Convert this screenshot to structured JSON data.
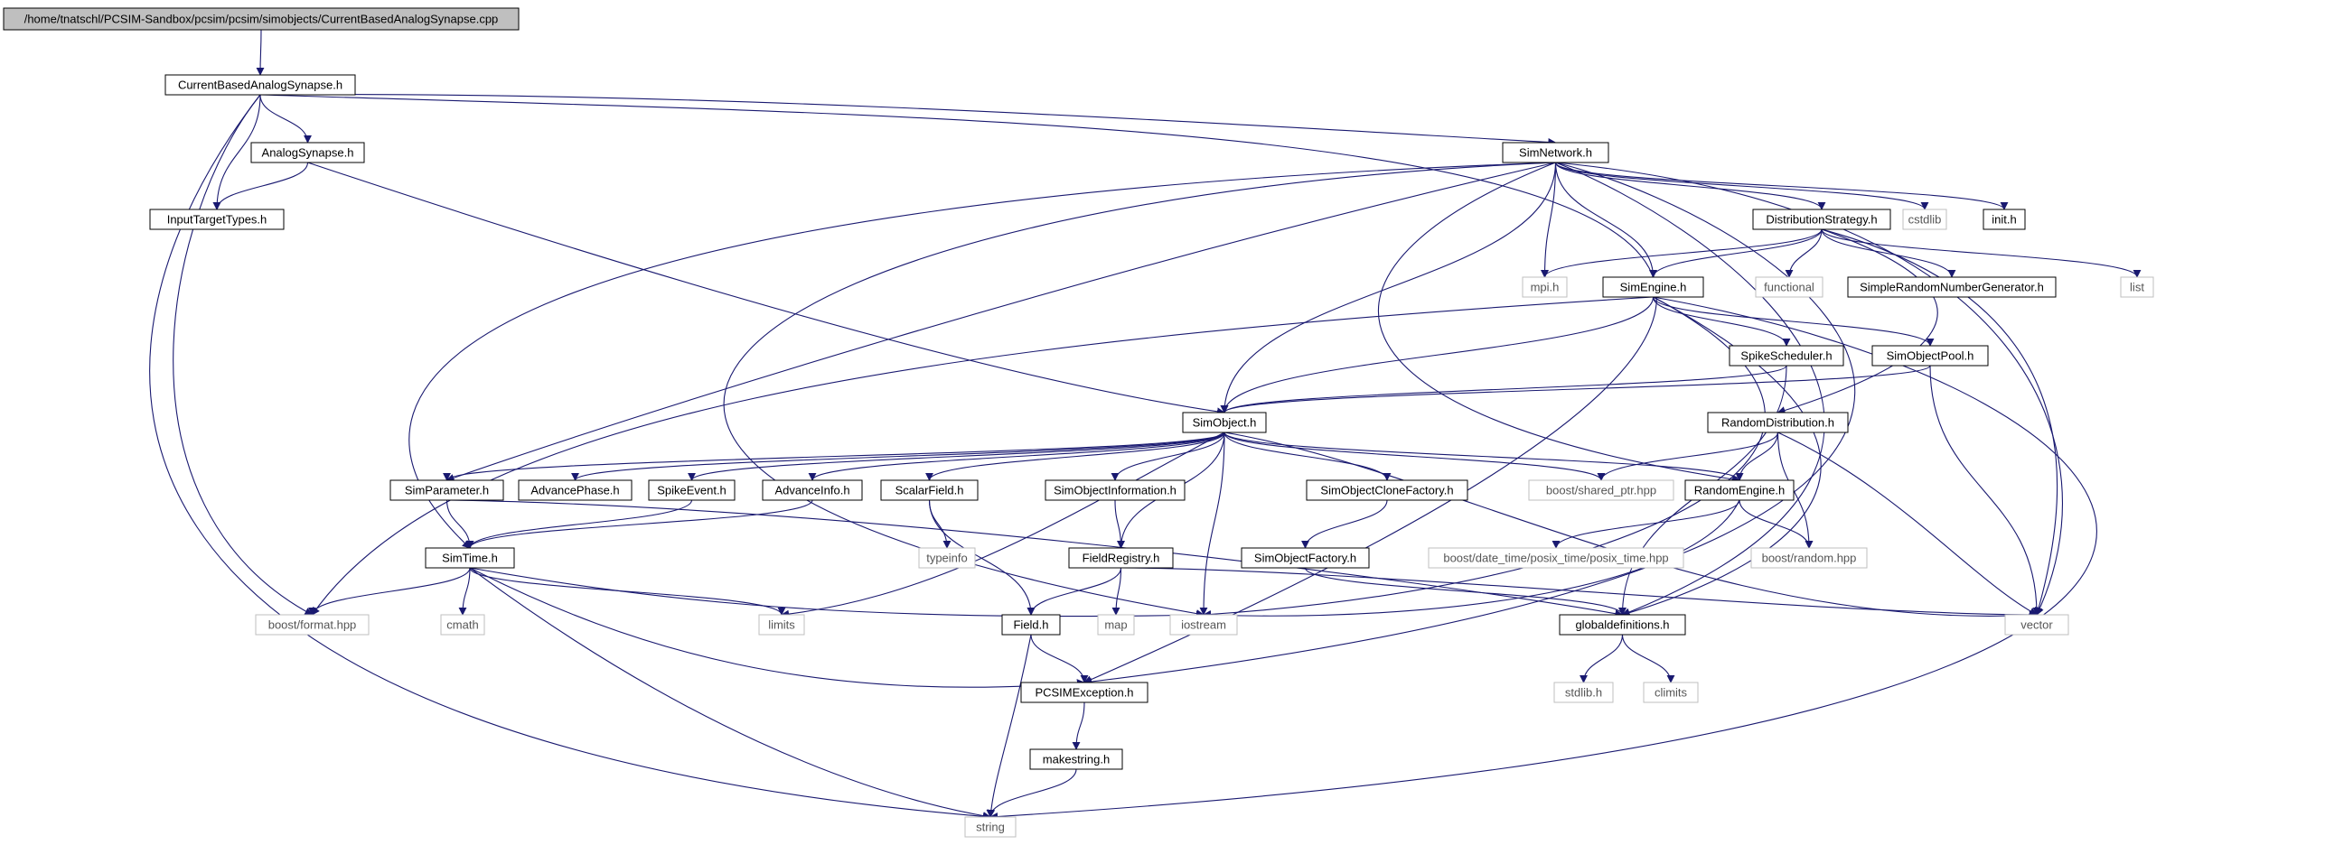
{
  "diagram": {
    "type": "include-dependency-graph",
    "colors": {
      "root_fill": "#bfbfbf",
      "local_border": "#000000",
      "external_border": "#bfbfbf",
      "edge": "#191970"
    },
    "nodes": [
      {
        "id": "root",
        "label": "/home/tnatschl/PCSIM-Sandbox/pcsim/pcsim/simobjects/CurrentBasedAnalogSynapse.cpp",
        "kind": "root"
      },
      {
        "id": "cbas",
        "label": "CurrentBasedAnalogSynapse.h",
        "kind": "local"
      },
      {
        "id": "analog",
        "label": "AnalogSynapse.h",
        "kind": "local"
      },
      {
        "id": "simnetwork",
        "label": "SimNetwork.h",
        "kind": "local"
      },
      {
        "id": "inputtarget",
        "label": "InputTargetTypes.h",
        "kind": "local"
      },
      {
        "id": "diststrat",
        "label": "DistributionStrategy.h",
        "kind": "local"
      },
      {
        "id": "cstdlib",
        "label": "cstdlib",
        "kind": "external"
      },
      {
        "id": "init",
        "label": "init.h",
        "kind": "local"
      },
      {
        "id": "mpi",
        "label": "mpi.h",
        "kind": "external"
      },
      {
        "id": "simengine",
        "label": "SimEngine.h",
        "kind": "local"
      },
      {
        "id": "functional",
        "label": "functional",
        "kind": "external"
      },
      {
        "id": "simplerng",
        "label": "SimpleRandomNumberGenerator.h",
        "kind": "local"
      },
      {
        "id": "list",
        "label": "list",
        "kind": "external"
      },
      {
        "id": "spikesched",
        "label": "SpikeScheduler.h",
        "kind": "local"
      },
      {
        "id": "simobjpool",
        "label": "SimObjectPool.h",
        "kind": "local"
      },
      {
        "id": "simobject",
        "label": "SimObject.h",
        "kind": "local"
      },
      {
        "id": "randdist",
        "label": "RandomDistribution.h",
        "kind": "local"
      },
      {
        "id": "simparam",
        "label": "SimParameter.h",
        "kind": "local"
      },
      {
        "id": "advphase",
        "label": "AdvancePhase.h",
        "kind": "local"
      },
      {
        "id": "spikeevent",
        "label": "SpikeEvent.h",
        "kind": "local"
      },
      {
        "id": "advinfo",
        "label": "AdvanceInfo.h",
        "kind": "local"
      },
      {
        "id": "scalarfield",
        "label": "ScalarField.h",
        "kind": "local"
      },
      {
        "id": "simobjinfo",
        "label": "SimObjectInformation.h",
        "kind": "local"
      },
      {
        "id": "simobjclone",
        "label": "SimObjectCloneFactory.h",
        "kind": "local"
      },
      {
        "id": "sharedptr",
        "label": "boost/shared_ptr.hpp",
        "kind": "external"
      },
      {
        "id": "randengine",
        "label": "RandomEngine.h",
        "kind": "local"
      },
      {
        "id": "simtime",
        "label": "SimTime.h",
        "kind": "local"
      },
      {
        "id": "typeinfo",
        "label": "typeinfo",
        "kind": "external"
      },
      {
        "id": "fieldreg",
        "label": "FieldRegistry.h",
        "kind": "local"
      },
      {
        "id": "simobjfactory",
        "label": "SimObjectFactory.h",
        "kind": "local"
      },
      {
        "id": "posixtime",
        "label": "boost/date_time/posix_time/posix_time.hpp",
        "kind": "external"
      },
      {
        "id": "boostrandom",
        "label": "boost/random.hpp",
        "kind": "external"
      },
      {
        "id": "boostformat",
        "label": "boost/format.hpp",
        "kind": "external"
      },
      {
        "id": "cmath",
        "label": "cmath",
        "kind": "external"
      },
      {
        "id": "limits",
        "label": "limits",
        "kind": "external"
      },
      {
        "id": "field",
        "label": "Field.h",
        "kind": "local"
      },
      {
        "id": "map",
        "label": "map",
        "kind": "external"
      },
      {
        "id": "iostream",
        "label": "iostream",
        "kind": "external"
      },
      {
        "id": "globaldefs",
        "label": "globaldefinitions.h",
        "kind": "local"
      },
      {
        "id": "vector",
        "label": "vector",
        "kind": "external"
      },
      {
        "id": "pcsimexc",
        "label": "PCSIMException.h",
        "kind": "local"
      },
      {
        "id": "stdlib",
        "label": "stdlib.h",
        "kind": "external"
      },
      {
        "id": "climits",
        "label": "climits",
        "kind": "external"
      },
      {
        "id": "makestring",
        "label": "makestring.h",
        "kind": "local"
      },
      {
        "id": "string",
        "label": "string",
        "kind": "external"
      }
    ],
    "edges": [
      [
        "root",
        "cbas"
      ],
      [
        "cbas",
        "analog"
      ],
      [
        "cbas",
        "simnetwork"
      ],
      [
        "cbas",
        "inputtarget"
      ],
      [
        "cbas",
        "boostformat"
      ],
      [
        "cbas",
        "string"
      ],
      [
        "cbas",
        "pcsimexc"
      ],
      [
        "analog",
        "inputtarget"
      ],
      [
        "analog",
        "simobject"
      ],
      [
        "simnetwork",
        "diststrat"
      ],
      [
        "simnetwork",
        "cstdlib"
      ],
      [
        "simnetwork",
        "init"
      ],
      [
        "simnetwork",
        "mpi"
      ],
      [
        "simnetwork",
        "simengine"
      ],
      [
        "simnetwork",
        "simobject"
      ],
      [
        "simnetwork",
        "randengine"
      ],
      [
        "simnetwork",
        "simparam"
      ],
      [
        "simnetwork",
        "simtime"
      ],
      [
        "simnetwork",
        "iostream"
      ],
      [
        "simnetwork",
        "vector"
      ],
      [
        "simnetwork",
        "pcsimexc"
      ],
      [
        "simnetwork",
        "globaldefs"
      ],
      [
        "diststrat",
        "mpi"
      ],
      [
        "diststrat",
        "simengine"
      ],
      [
        "diststrat",
        "functional"
      ],
      [
        "diststrat",
        "simplerng"
      ],
      [
        "diststrat",
        "list"
      ],
      [
        "diststrat",
        "randdist"
      ],
      [
        "diststrat",
        "vector"
      ],
      [
        "simengine",
        "spikesched"
      ],
      [
        "simengine",
        "simobjpool"
      ],
      [
        "simengine",
        "simobject"
      ],
      [
        "simengine",
        "boostformat"
      ],
      [
        "simengine",
        "iostream"
      ],
      [
        "simengine",
        "globaldefs"
      ],
      [
        "simengine",
        "string"
      ],
      [
        "spikesched",
        "simobject"
      ],
      [
        "spikesched",
        "globaldefs"
      ],
      [
        "simobjpool",
        "simobject"
      ],
      [
        "simobjpool",
        "vector"
      ],
      [
        "randdist",
        "randengine"
      ],
      [
        "randdist",
        "sharedptr"
      ],
      [
        "randdist",
        "boostrandom"
      ],
      [
        "randdist",
        "vector"
      ],
      [
        "simobject",
        "simparam"
      ],
      [
        "simobject",
        "advphase"
      ],
      [
        "simobject",
        "spikeevent"
      ],
      [
        "simobject",
        "advinfo"
      ],
      [
        "simobject",
        "scalarfield"
      ],
      [
        "simobject",
        "simobjinfo"
      ],
      [
        "simobject",
        "simobjclone"
      ],
      [
        "simobject",
        "sharedptr"
      ],
      [
        "simobject",
        "randengine"
      ],
      [
        "simobject",
        "fieldreg"
      ],
      [
        "simobject",
        "iostream"
      ],
      [
        "simobject",
        "limits"
      ],
      [
        "simobject",
        "vector"
      ],
      [
        "simparam",
        "simtime"
      ],
      [
        "simparam",
        "globaldefs"
      ],
      [
        "spikeevent",
        "simtime"
      ],
      [
        "advinfo",
        "simtime"
      ],
      [
        "scalarfield",
        "typeinfo"
      ],
      [
        "scalarfield",
        "field"
      ],
      [
        "simobjinfo",
        "fieldreg"
      ],
      [
        "simobjclone",
        "simobjfactory"
      ],
      [
        "randengine",
        "posixtime"
      ],
      [
        "randengine",
        "boostrandom"
      ],
      [
        "randengine",
        "iostream"
      ],
      [
        "simobjfactory",
        "globaldefs"
      ],
      [
        "fieldreg",
        "field"
      ],
      [
        "fieldreg",
        "map"
      ],
      [
        "fieldreg",
        "vector"
      ],
      [
        "simtime",
        "boostformat"
      ],
      [
        "simtime",
        "cmath"
      ],
      [
        "simtime",
        "limits"
      ],
      [
        "simtime",
        "iostream"
      ],
      [
        "simtime",
        "pcsimexc"
      ],
      [
        "simtime",
        "string"
      ],
      [
        "field",
        "pcsimexc"
      ],
      [
        "field",
        "string"
      ],
      [
        "globaldefs",
        "stdlib"
      ],
      [
        "globaldefs",
        "climits"
      ],
      [
        "pcsimexc",
        "makestring"
      ],
      [
        "makestring",
        "string"
      ]
    ]
  }
}
